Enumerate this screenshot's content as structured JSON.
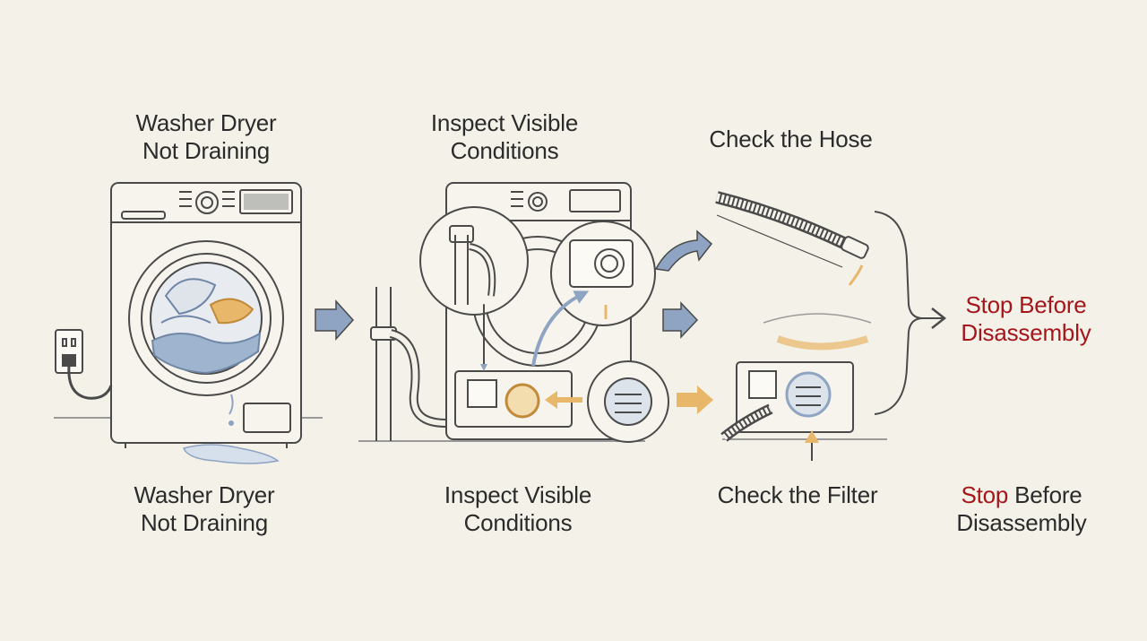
{
  "steps": {
    "washer": {
      "line1": "Washer Dryer",
      "line2": "Not Draining"
    },
    "inspect": {
      "line1": "Inspect Visible",
      "line2": "Conditions"
    },
    "hose": {
      "label": "Check the Hose"
    },
    "stop": {
      "line1": "Stop Before",
      "line2": "Disassembly"
    }
  },
  "captions": {
    "washer": {
      "line1": "Washer Dryer",
      "line2": "Not Draining"
    },
    "inspect": {
      "line1": "Inspect Visible",
      "line2": "Conditions"
    },
    "filter": {
      "label": "Check the Filter"
    },
    "stop": {
      "word1": "Stop",
      "word2": " Before",
      "line2": "Disassembly"
    }
  },
  "colors": {
    "background": "#f3f1e8",
    "ink": "#4a4a4a",
    "blue_arrow": "#8ea4c2",
    "orange_accent": "#e8b76a",
    "water": "#9fb5cf",
    "stop_red": "#a5161b"
  }
}
